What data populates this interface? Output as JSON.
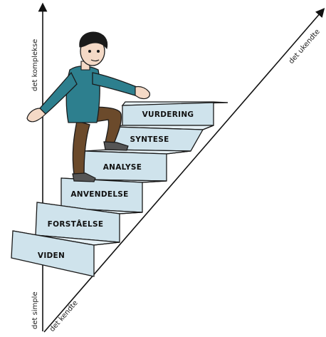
{
  "axes": {
    "vertical_top_label": "det komplekse",
    "vertical_bottom_label": "det simple",
    "diagonal_top_label": "det ukendte",
    "diagonal_bottom_label": "det kendte"
  },
  "steps": [
    {
      "label": "VIDEN"
    },
    {
      "label": "FORSTÅELSE"
    },
    {
      "label": "ANVENDELSE"
    },
    {
      "label": "ANALYSE"
    },
    {
      "label": "SYNTESE"
    },
    {
      "label": "VURDERING"
    }
  ],
  "colors": {
    "step_face": "#cfe3ec",
    "step_top": "#e6f1f6",
    "step_side": "#b9d3de",
    "outline": "#1a1a1a",
    "sweater": "#2d7f8e",
    "trousers": "#6b4a2b",
    "skin": "#f4d9c6",
    "hair": "#1a1a1a",
    "shoe": "#555555"
  }
}
